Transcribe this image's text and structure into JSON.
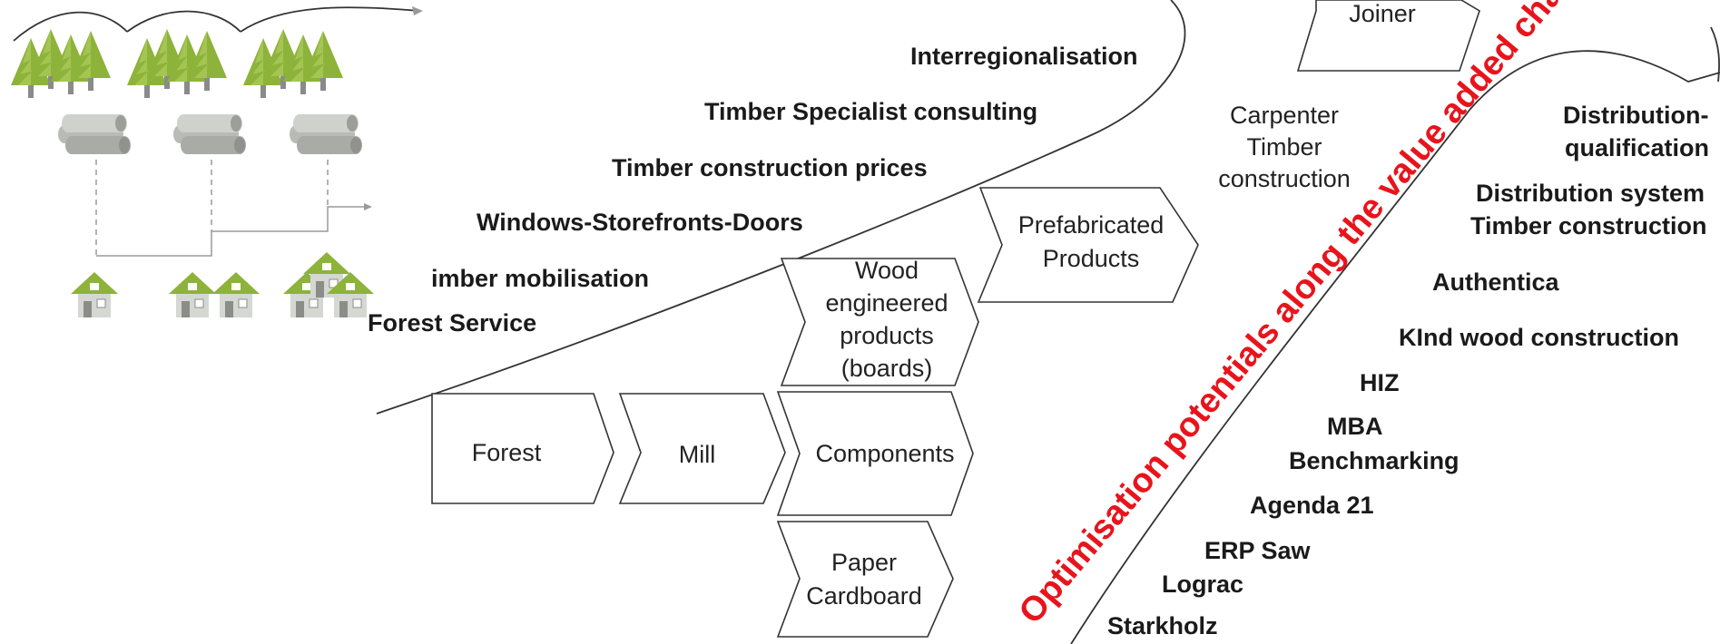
{
  "left_labels": [
    "Interregionalisation",
    "Timber Specialist consulting",
    "Timber construction prices",
    "Windows-Storefronts-Doors",
    "imber mobilisation",
    "Forest Service"
  ],
  "chain": {
    "forest": "Forest",
    "mill": "Mill",
    "components": "Components",
    "wood_products": [
      "Wood",
      "engineered",
      "products",
      "(boards)"
    ],
    "paper": [
      "Paper",
      "Cardboard"
    ],
    "prefab": [
      "Prefabricated",
      "Products"
    ],
    "joiner": "Joiner",
    "carpenter": [
      "Carpenter",
      "Timber",
      "construction"
    ]
  },
  "banner": "Optimisation potentials along the value added chain",
  "right_labels": {
    "distribution_qualification": [
      "Distribution-",
      "qualification"
    ],
    "distribution_system": [
      "Distribution system",
      "Timber construction"
    ],
    "authentica": "Authentica",
    "kind_wood": "KInd wood construction",
    "hiz": "HIZ",
    "mba": "MBA",
    "benchmarking": "Benchmarking",
    "agenda21": "Agenda 21",
    "erp_saw": "ERP Saw",
    "lograc": "Lograc",
    "starkholz": "Starkholz"
  },
  "icons": {
    "trees": "tree-cluster-icon",
    "logs": "log-pile-icon",
    "houses": "house-icon"
  },
  "colors": {
    "banner": "#e8141c",
    "tree_green": "#8db33a",
    "house_green": "#8db33a",
    "log_grey": "#a8aba6"
  }
}
